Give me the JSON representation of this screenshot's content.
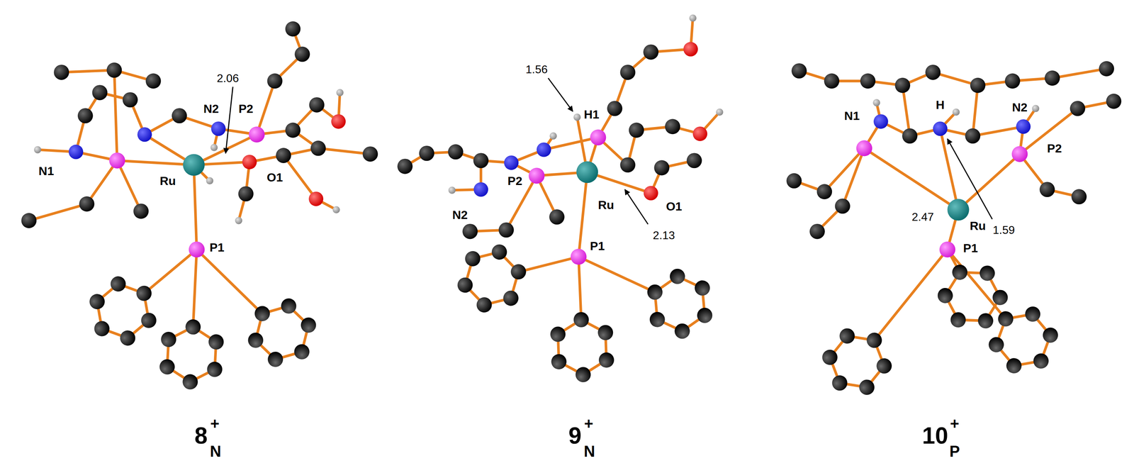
{
  "diagram": {
    "labels": [
      "2.06",
      "N2",
      "P2",
      "N1",
      "Ru",
      "O1",
      "P1",
      "1.56",
      "H1",
      "N2",
      "P2",
      "Ru",
      "O1",
      "2.13",
      "P1",
      "N1",
      "H",
      "N2",
      "P2",
      "2.47",
      "Ru",
      "1.59",
      "P1",
      "8",
      "+",
      "N",
      "9",
      "+",
      "N",
      "10",
      "+",
      "P"
    ]
  }
}
